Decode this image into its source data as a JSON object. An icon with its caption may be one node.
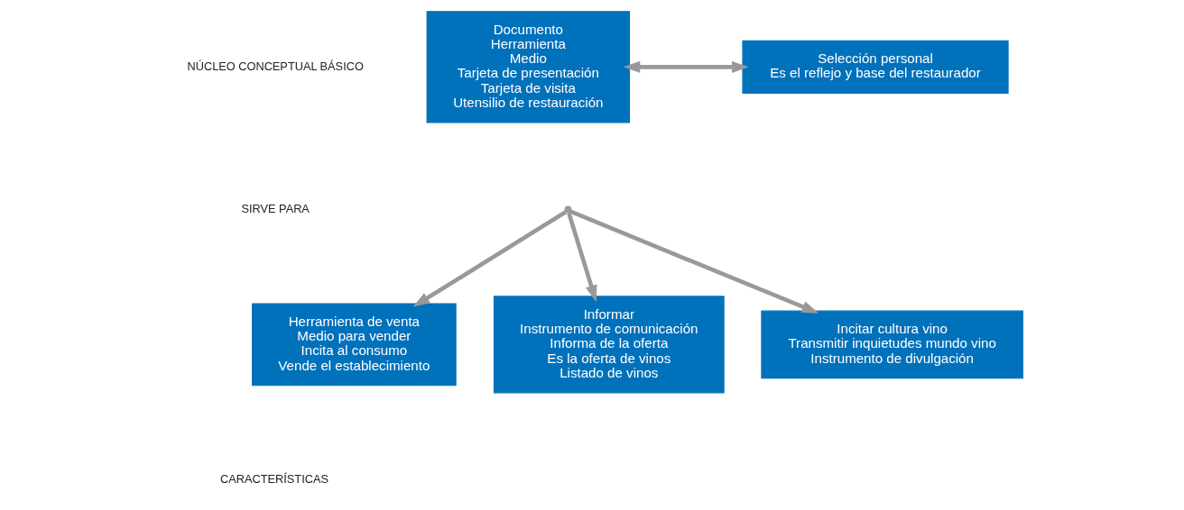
{
  "diagram": {
    "nodes": [
      {
        "text": [
          "Documento",
          "Herramienta",
          "Medio",
          "Tarjeta de presentación",
          "Tarjeta de visita",
          "Utensilio de restauración"
        ]
      },
      {
        "text": [
          "Selección personal",
          "Es el reflejo y base del restaurador"
        ]
      },
      {
        "text": [],
        "shape": "point"
      },
      {
        "text": [
          "Herramienta de venta",
          "Medio para vender",
          "Incita al consumo",
          "Vende el establecimiento"
        ]
      },
      {
        "text": [
          "Informar",
          "Instrumento de comunicación",
          "Informa de la oferta",
          "Es la oferta de vinos",
          "Listado de vinos"
        ]
      },
      {
        "text": [
          "Incitar cultura vino",
          "Transmitir inquietudes mundo vino",
          "Instrumento de divulgación"
        ]
      }
    ],
    "edges": [
      {
        "from": 0,
        "to": 1,
        "arrow": "both"
      },
      {
        "from": 2,
        "to": 3,
        "arrow": "to"
      },
      {
        "from": 2,
        "to": 4,
        "arrow": "to"
      },
      {
        "from": 2,
        "to": 5,
        "arrow": "to"
      }
    ],
    "labels": [
      "NÚCLEO CONCEPTUAL BÁSICO",
      "SIRVE PARA",
      "CARACTERÍSTICAS"
    ]
  }
}
